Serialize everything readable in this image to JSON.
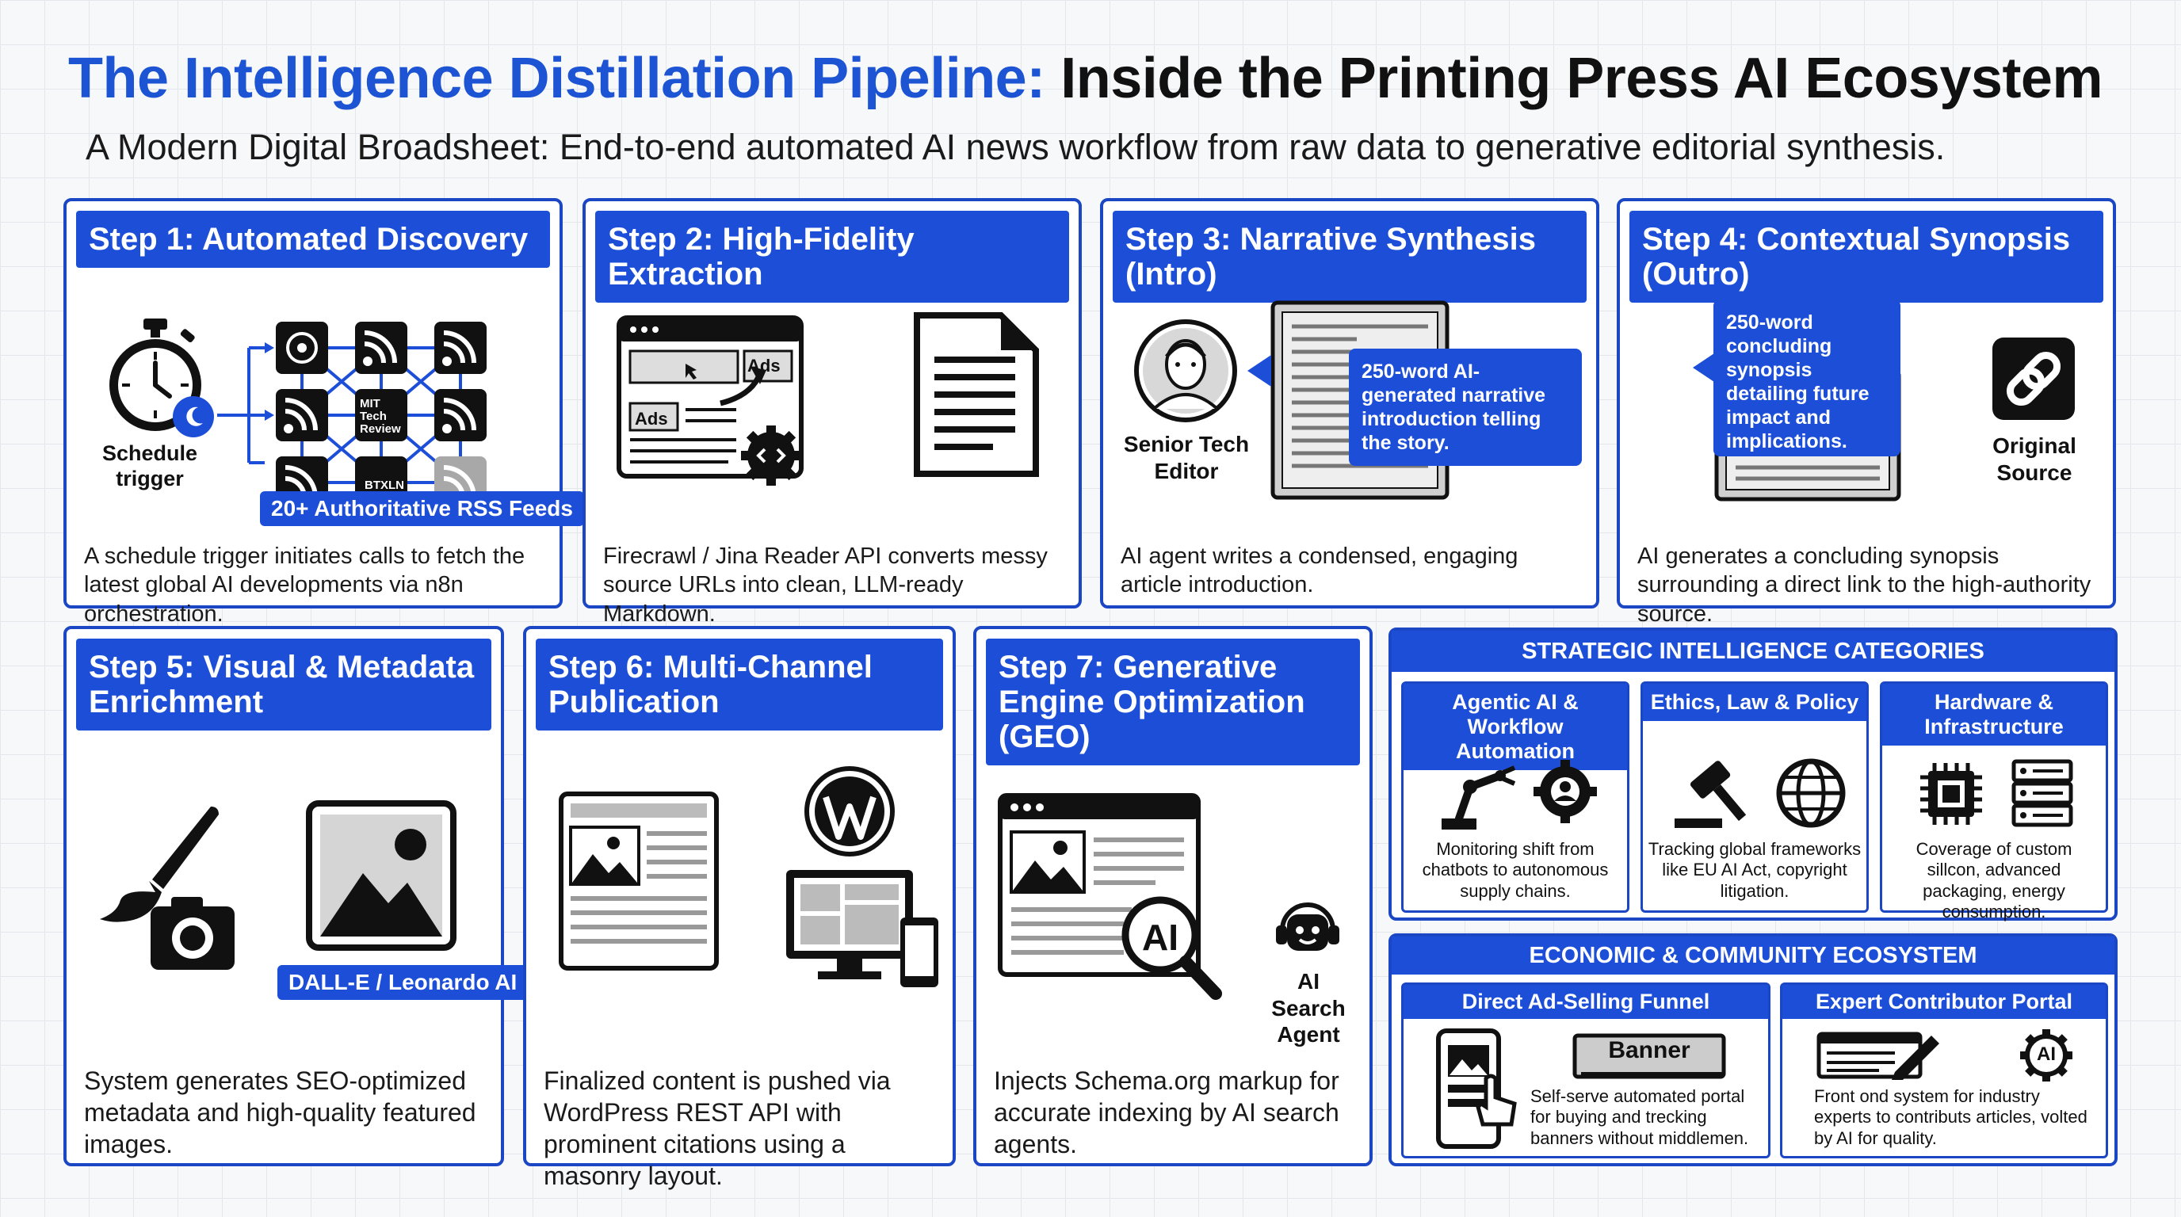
{
  "header": {
    "title_blue": "The Intelligence Distillation Pipeline:",
    "title_black": "Inside the Printing Press AI Ecosystem",
    "subtitle": "A Modern Digital Broadsheet: End-to-end automated AI news workflow from raw data to generative editorial synthesis."
  },
  "steps": {
    "s1": {
      "title": "Step 1: Automated Discovery",
      "trigger_label": "Schedule trigger",
      "feed_tile_text": "MIT Tech Review",
      "feed_tile_text2": "BTXLN",
      "badge": "20+ Authoritative RSS Feeds",
      "desc": "A schedule trigger initiates calls to fetch the latest global AI developments via n8n orchestration."
    },
    "s2": {
      "title": "Step 2: High-Fidelity Extraction",
      "ads_label": "Ads",
      "desc": "Firecrawl / Jina Reader API converts messy source URLs into clean, LLM-ready Markdown."
    },
    "s3": {
      "title": "Step 3: Narrative Synthesis (Intro)",
      "editor_label": "Senior Tech Editor",
      "bubble": "250-word AI-generated narrative introduction telling the story.",
      "desc": "AI agent writes a condensed, engaging article introduction."
    },
    "s4": {
      "title": "Step 4: Contextual Synopsis (Outro)",
      "bubble": "250-word concluding synopsis detailing future impact and implications.",
      "source_label": "Original Source",
      "desc": "AI generates a concluding synopsis surrounding a direct link to the high-authority source."
    },
    "s5": {
      "title": "Step 5: Visual & Metadata Enrichment",
      "badge": "DALL-E / Leonardo AI",
      "desc": "System generates SEO-optimized metadata and high-quality featured images."
    },
    "s6": {
      "title": "Step 6: Multi-Channel Publication",
      "desc": "Finalized content is pushed via WordPress REST API with prominent citations using a masonry layout."
    },
    "s7": {
      "title": "Step 7: Generative Engine Optimization (GEO)",
      "ai_label": "AI",
      "agent_label": "AI Search Agent",
      "desc": "Injects Schema.org markup for accurate indexing by AI search agents."
    }
  },
  "categories": {
    "title": "STRATEGIC INTELLIGENCE CATEGORIES",
    "items": [
      {
        "title": "Agentic AI & Workflow Automation",
        "desc": "Monitoring shift from chatbots to autonomous supply chains."
      },
      {
        "title": "Ethics, Law & Policy",
        "desc": "Tracking global frameworks like EU AI Act, copyright litigation."
      },
      {
        "title": "Hardware & Infrastructure",
        "desc": "Coverage of custom sillcon, advanced packaging, energy consumption."
      }
    ]
  },
  "ecosystem": {
    "title": "ECONOMIC & COMMUNITY ECOSYSTEM",
    "items": [
      {
        "title": "Direct Ad-Selling Funnel",
        "banner": "Banner",
        "desc": "Self-serve automated portal for buying and trecking banners without middlemen."
      },
      {
        "title": "Expert Contributor Portal",
        "ai_badge": "AI",
        "desc": "Front ond system for industry experts to contributs articles, volted by AI for quality."
      }
    ]
  },
  "colors": {
    "accent": "#1c4ed8",
    "border": "#1b47c4",
    "title_blue": "#1c54d4"
  }
}
